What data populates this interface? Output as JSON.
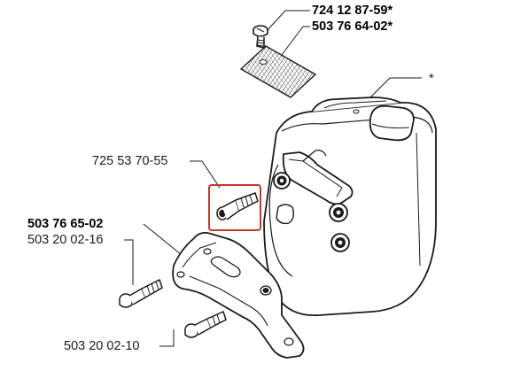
{
  "parts": {
    "screw_top": "724 12 87-59*",
    "plate_top": "503 76 64-02*",
    "muffler_ref": "*",
    "bolt_center": "725 53 70-55",
    "bracket": "503 76 65-02",
    "bolt_left": "503 20 02-16",
    "bolt_bottom": "503 20 02-10"
  },
  "colors": {
    "line": "#1a1a1a",
    "highlight": "#c0392b"
  }
}
